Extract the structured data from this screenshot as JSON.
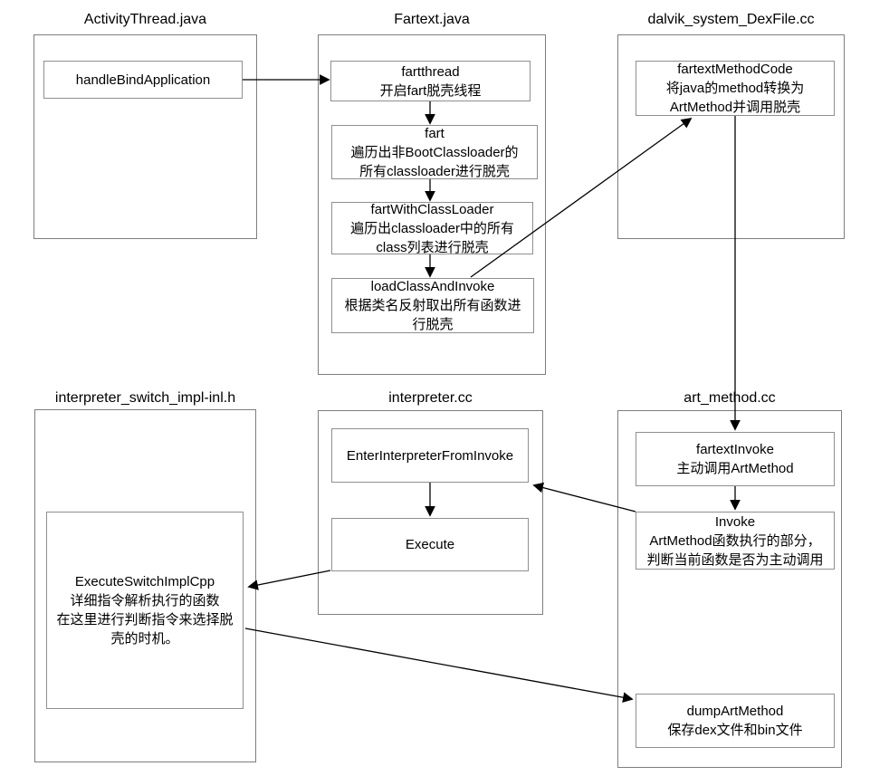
{
  "diagram": {
    "colors": {
      "outer_border": "#7e7e7e",
      "inner_border": "#8f8f8f",
      "arrow": "#000000",
      "background": "#ffffff",
      "text": "#000000"
    },
    "groups": {
      "activity_thread": {
        "title": "ActivityThread.java",
        "nodes": {
          "handleBindApplication": {
            "lines": [
              "handleBindApplication"
            ]
          }
        }
      },
      "fartext": {
        "title": "Fartext.java",
        "nodes": {
          "fartthread": {
            "lines": [
              "fartthread",
              "开启fart脱壳线程"
            ]
          },
          "fart": {
            "lines": [
              "fart",
              "遍历出非BootClassloader的",
              "所有classloader进行脱壳"
            ]
          },
          "fartWithClassLoader": {
            "lines": [
              "fartWithClassLoader",
              "遍历出classloader中的所有",
              "class列表进行脱壳"
            ]
          },
          "loadClassAndInvoke": {
            "lines": [
              "loadClassAndInvoke",
              "根据类名反射取出所有函数进",
              "行脱壳"
            ]
          }
        }
      },
      "dex_file": {
        "title": "dalvik_system_DexFile.cc",
        "nodes": {
          "fartextMethodCode": {
            "lines": [
              "fartextMethodCode",
              "将java的method转换为",
              "ArtMethod并调用脱壳"
            ]
          }
        }
      },
      "switch_impl": {
        "title": "interpreter_switch_impl-inl.h",
        "nodes": {
          "ExecuteSwitchImplCpp": {
            "lines": [
              "ExecuteSwitchImplCpp",
              "详细指令解析执行的函数",
              "在这里进行判断指令来选择脱",
              "壳的时机。"
            ]
          }
        }
      },
      "interpreter": {
        "title": "interpreter.cc",
        "nodes": {
          "EnterInterpreterFromInvoke": {
            "lines": [
              "EnterInterpreterFromInvoke"
            ]
          },
          "Execute": {
            "lines": [
              "Execute"
            ]
          }
        }
      },
      "art_method": {
        "title": "art_method.cc",
        "nodes": {
          "fartextInvoke": {
            "lines": [
              "fartextInvoke",
              "主动调用ArtMethod"
            ]
          },
          "Invoke": {
            "lines": [
              "Invoke",
              "ArtMethod函数执行的部分，",
              "判断当前函数是否为主动调用"
            ]
          },
          "dumpArtMethod": {
            "lines": [
              "dumpArtMethod",
              "保存dex文件和bin文件"
            ]
          }
        }
      }
    }
  }
}
